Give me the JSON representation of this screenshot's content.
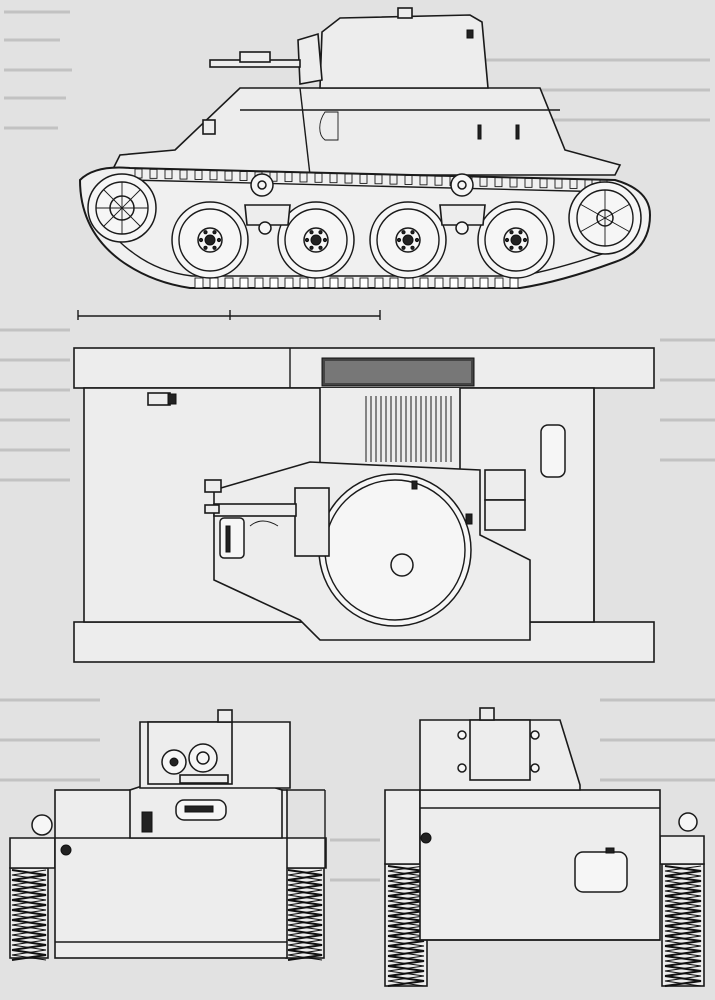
{
  "drawing": {
    "views": [
      {
        "id": "side",
        "label": ""
      },
      {
        "id": "top",
        "label": ""
      },
      {
        "id": "front",
        "label": ""
      },
      {
        "id": "rear",
        "label": ""
      }
    ],
    "colors": {
      "paper": "#e2e2e2",
      "ink": "#1a1a1a",
      "fill": "#ededed",
      "track": "#222222"
    },
    "road_wheels": 4,
    "return_rollers": 2
  }
}
